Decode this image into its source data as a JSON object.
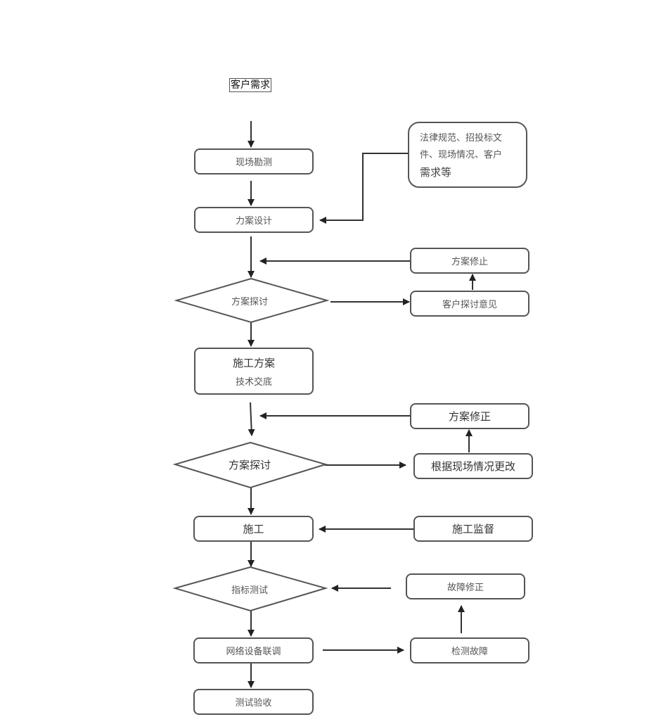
{
  "diagram": {
    "start_label": "客户需求",
    "steps": {
      "site_survey": "现场勘测",
      "design": "力案设计",
      "review1": "方案探讨",
      "construction_plan": "施工方案",
      "tech_briefing": "技术交底",
      "review2": "方案探讨",
      "construction": "施工",
      "indicator_test": "指标测试",
      "network_debug": "网络设备联调",
      "acceptance": "测试验收"
    },
    "side": {
      "inputs_line1": "法律规范、招投标文",
      "inputs_line2": "件、现场情况、客户",
      "inputs_line3": "需求等",
      "revise1": "方案修止",
      "client_feedback": "客户探讨意见",
      "revise2": "方案修正",
      "site_change": "根据现场情况更改",
      "supervision": "施工监督",
      "fault_fix": "故障修正",
      "fault_detect": "检测故障"
    },
    "colors": {
      "stroke": "#555555",
      "text": "#333333",
      "background": "#ffffff"
    }
  }
}
